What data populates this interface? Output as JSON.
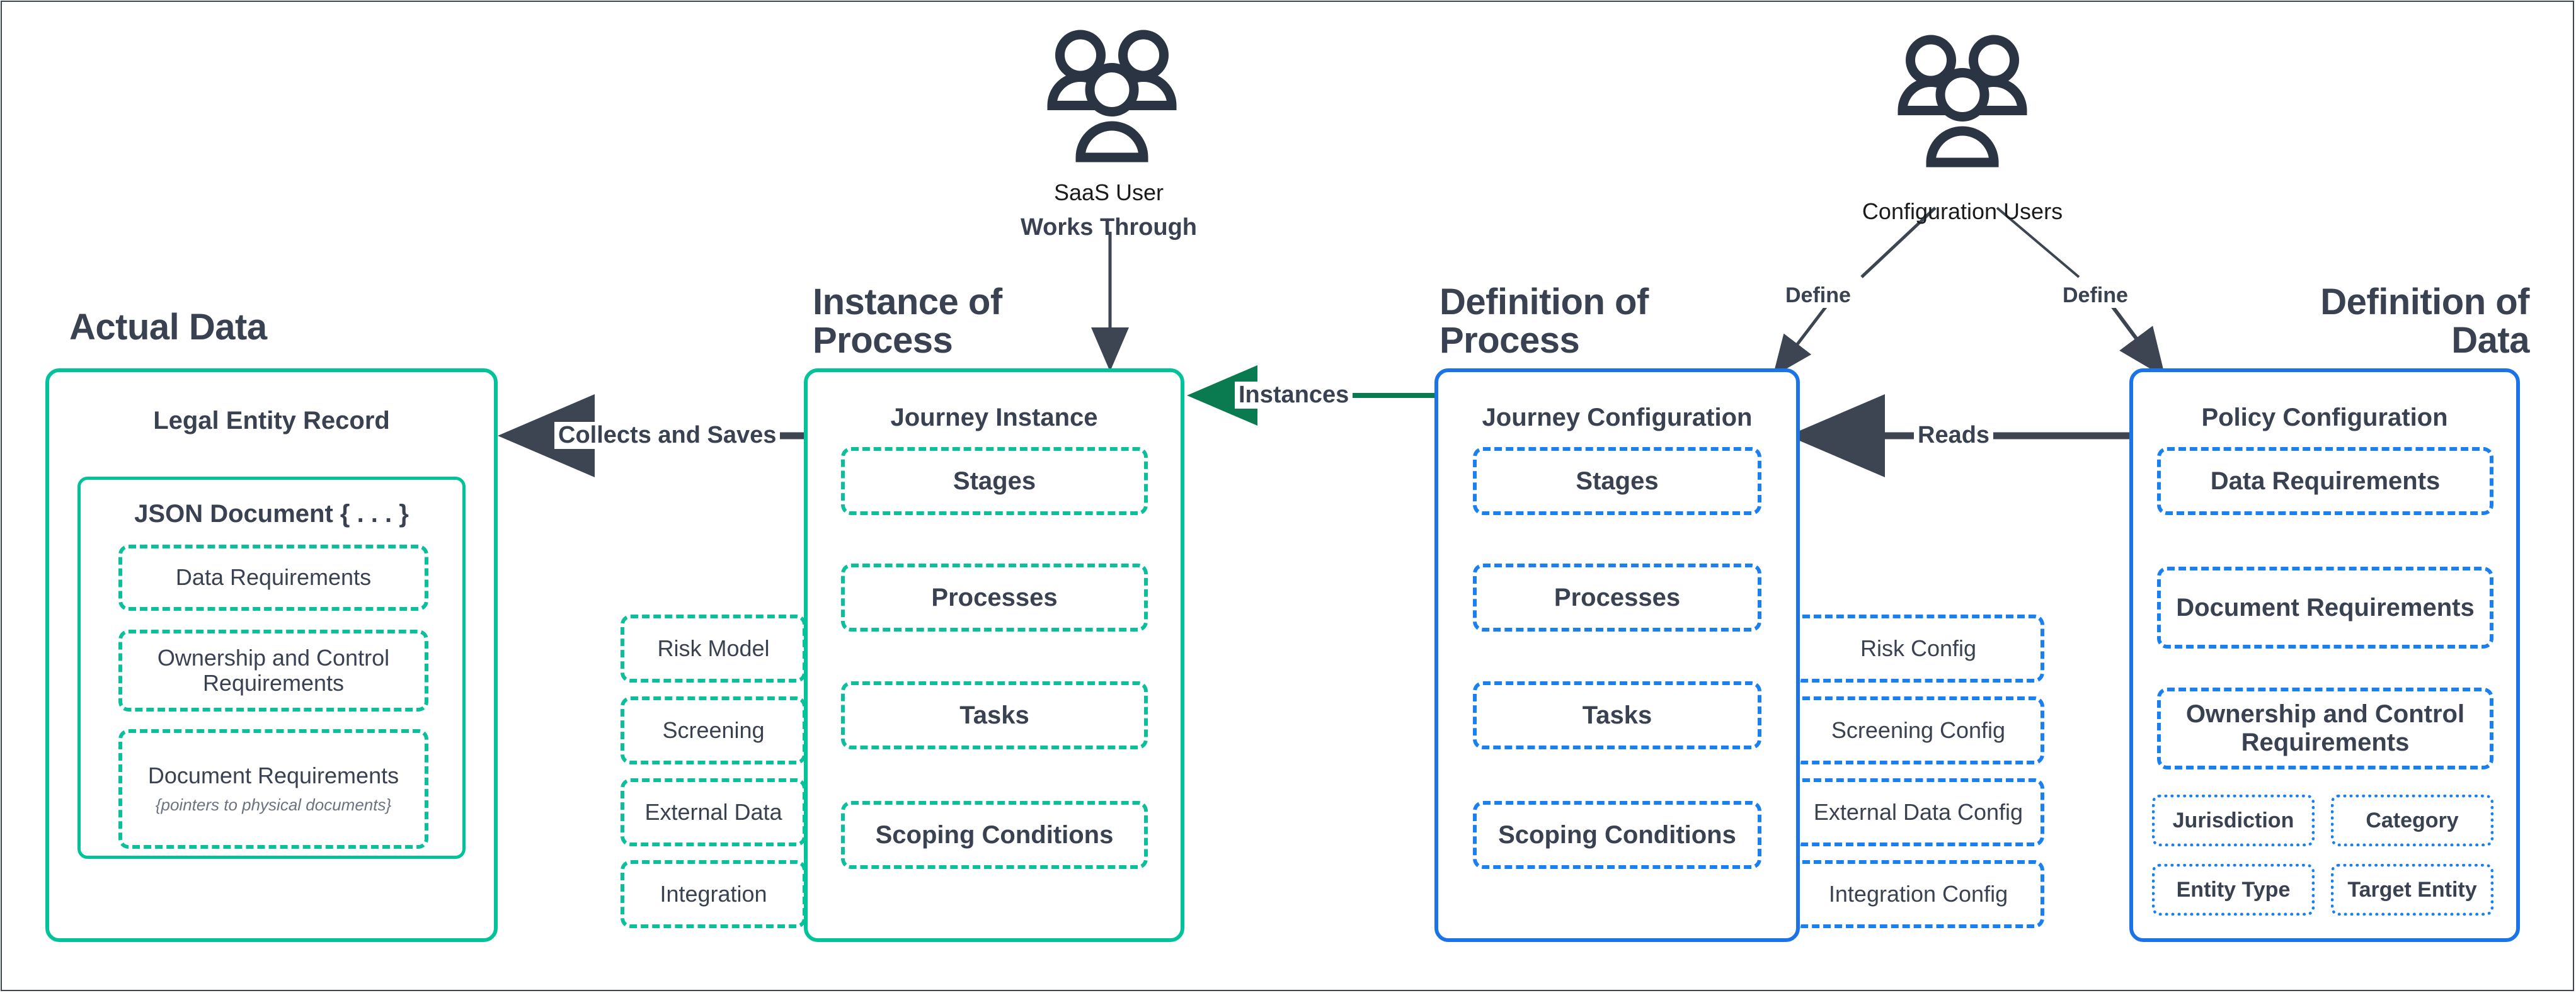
{
  "columns": [
    {
      "key": "actual_data",
      "title": "Actual Data"
    },
    {
      "key": "instance_of_process",
      "title": "Instance of\nProcess"
    },
    {
      "key": "definition_of_process",
      "title": "Definition of\nProcess"
    },
    {
      "key": "definition_of_data",
      "title": "Definition of\nData"
    }
  ],
  "actual_data": {
    "title": "Actual Data",
    "card_title": "Legal Entity Record",
    "json_doc": {
      "title": "JSON Document { . . . }",
      "items": [
        {
          "label": "Data Requirements",
          "note": ""
        },
        {
          "label": "Ownership and Control Requirements",
          "note": ""
        },
        {
          "label": "Document Requirements",
          "note": "{pointers to physical documents}"
        }
      ]
    }
  },
  "instance_of_process": {
    "title": "Instance of Process",
    "card_title": "Journey Instance",
    "items": [
      "Stages",
      "Processes",
      "Tasks",
      "Scoping Conditions"
    ],
    "side_items": [
      "Risk Model",
      "Screening",
      "External Data",
      "Integration"
    ]
  },
  "definition_of_process": {
    "title": "Definition of Process",
    "card_title": "Journey Configuration",
    "items": [
      "Stages",
      "Processes",
      "Tasks",
      "Scoping Conditions"
    ],
    "side_items": [
      "Risk Config",
      "Screening Config",
      "External Data Config",
      "Integration Config"
    ]
  },
  "definition_of_data": {
    "title": "Definition of Data",
    "card_title": "Policy Configuration",
    "items": [
      "Data Requirements",
      "Document Requirements",
      "Ownership and Control Requirements"
    ],
    "tags": [
      "Jurisdiction",
      "Category",
      "Entity Type",
      "Target Entity"
    ]
  },
  "actors": {
    "saas_user": {
      "icon": "people-group-icon",
      "label": "SaaS User",
      "action": "Works Through"
    },
    "configuration_users": {
      "icon": "people-group-icon",
      "label": "Configuration Users"
    }
  },
  "edges": {
    "collects_and_saves": "Collects and Saves",
    "instances": "Instances",
    "reads": "Reads",
    "define_left": "Define",
    "define_right": "Define"
  },
  "colors": {
    "teal": "#00c39a",
    "teal_dash": "#0bbf9b",
    "blue": "#1a73e8",
    "blue_dash": "#1a80f0",
    "dark_green_arrow": "#0a7a50",
    "arrow_dark": "#3d4552",
    "text": "#3a4251"
  }
}
